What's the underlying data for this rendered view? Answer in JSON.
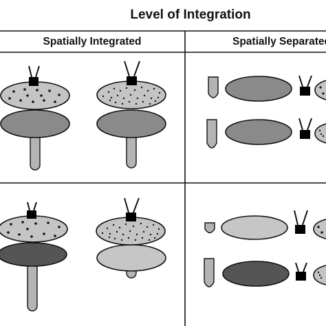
{
  "header": {
    "title": "Level of Integration",
    "left_column": "Spatially Integrated",
    "right_column": "Spatially Separated"
  },
  "colors": {
    "line": "#111111",
    "speckled_fill": "#c4c4c4",
    "medium_gray": "#8a8a8a",
    "dark_gray": "#555555",
    "light_gray": "#c6c6c6",
    "stalk": "#b4b4b4",
    "receptor": "#000000"
  }
}
